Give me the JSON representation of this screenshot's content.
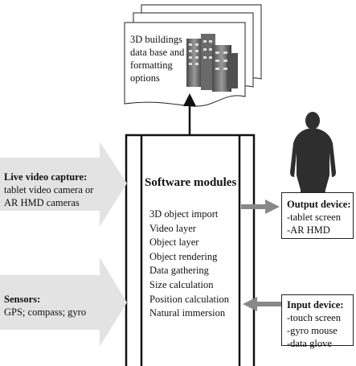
{
  "database": {
    "lines": [
      "3D buildings",
      "data base and",
      "formatting",
      "options"
    ]
  },
  "software": {
    "title": "Software modules",
    "modules": [
      "3D object import",
      "Video layer",
      "Object layer",
      "Object rendering",
      "Data gathering",
      "Size calculation",
      "Position calculation",
      "Natural immersion"
    ]
  },
  "live_video": {
    "title": "Live video capture:",
    "lines": [
      "tablet video camera or",
      "AR HMD cameras"
    ]
  },
  "sensors": {
    "title": "Sensors:",
    "lines": [
      "GPS; compass; gyro"
    ]
  },
  "output_device": {
    "title": "Output device:",
    "items": [
      "-tablet screen",
      "-AR HMD"
    ]
  },
  "input_device": {
    "title": "Input device:",
    "items": [
      "-touch screen",
      "-gyro mouse",
      "-data glove"
    ]
  },
  "icons": {
    "buildings": "city-buildings-icon",
    "user": "person-silhouette-icon"
  },
  "colors": {
    "arrow_fill": "#e3e3e3",
    "connector": "#888888",
    "building": "#777777"
  }
}
